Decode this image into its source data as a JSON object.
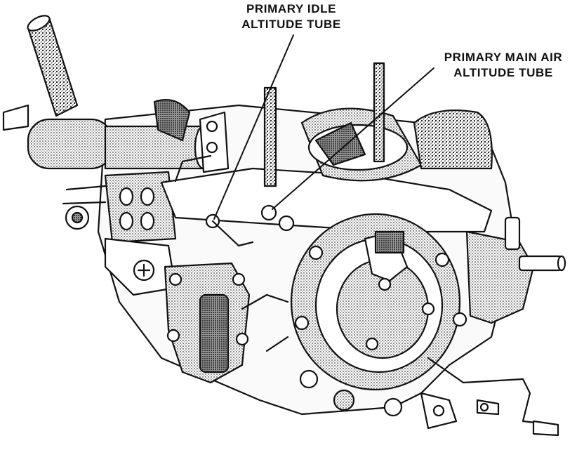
{
  "labels": {
    "idle_tube": {
      "line1": "PRIMARY IDLE",
      "line2": "ALTITUDE TUBE"
    },
    "main_air_tube": {
      "line1": "PRIMARY MAIN AIR",
      "line2": "ALTITUDE TUBE"
    }
  },
  "colors": {
    "ink": "#111111",
    "paper": "#ffffff",
    "shade": "#bdbdbd",
    "dark": "#555555"
  }
}
